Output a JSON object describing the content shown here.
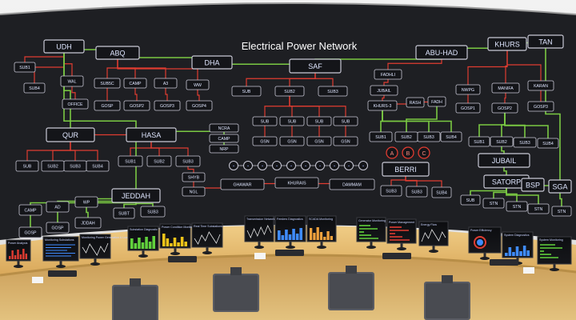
{
  "title": "Electrical Power Network",
  "colors": {
    "wall": "#1e1f23",
    "node_border": "#c9c9d6",
    "line_green": "#7ac943",
    "line_red": "#e03c31",
    "desk": "#e8c178",
    "floor": "#c79a52"
  },
  "nodes": [
    {
      "id": "udh",
      "label": "UDH",
      "major": true
    },
    {
      "id": "abq",
      "label": "ABQ",
      "major": true
    },
    {
      "id": "dha",
      "label": "DHA",
      "major": true
    },
    {
      "id": "saf",
      "label": "SAF",
      "major": true
    },
    {
      "id": "abu-had",
      "label": "ABU-HAD",
      "major": true
    },
    {
      "id": "khurs",
      "label": "KHURS",
      "major": true
    },
    {
      "id": "tan",
      "label": "TAN",
      "major": true
    },
    {
      "id": "qur",
      "label": "QUR",
      "major": true
    },
    {
      "id": "hasa",
      "label": "HASA",
      "major": true
    },
    {
      "id": "jeddah",
      "label": "JEDDAH",
      "major": true
    },
    {
      "id": "berri",
      "label": "BERRI",
      "major": true
    },
    {
      "id": "jubail",
      "label": "JUBAIL",
      "major": true
    },
    {
      "id": "satorp",
      "label": "SATORP",
      "major": true
    },
    {
      "id": "bsp",
      "label": "BSP",
      "major": true
    },
    {
      "id": "sga",
      "label": "SGA",
      "major": true
    },
    {
      "id": "sub1",
      "label": "SUB1",
      "major": false
    },
    {
      "id": "sub4",
      "label": "SUB4",
      "major": false
    },
    {
      "id": "wal",
      "label": "WAL",
      "major": false
    },
    {
      "id": "office",
      "label": "OFFICE",
      "major": false
    },
    {
      "id": "sub5",
      "label": "SUB5C",
      "major": false
    },
    {
      "id": "camp",
      "label": "CAMP",
      "major": false
    },
    {
      "id": "a3",
      "label": "A3",
      "major": false
    },
    {
      "id": "ww",
      "label": "WW",
      "major": false
    },
    {
      "id": "gosp1",
      "label": "GOSP",
      "major": false
    },
    {
      "id": "gosp2",
      "label": "GOSP2",
      "major": false
    },
    {
      "id": "gosp3",
      "label": "GOSP3",
      "major": false
    },
    {
      "id": "gosp4",
      "label": "GOSP4",
      "major": false
    },
    {
      "id": "sub-a",
      "label": "SUB",
      "major": false
    },
    {
      "id": "sub2",
      "label": "SUB2",
      "major": false
    },
    {
      "id": "sub3",
      "label": "SUB3",
      "major": false
    },
    {
      "id": "gs1",
      "label": "SUB",
      "major": false
    },
    {
      "id": "gs2",
      "label": "SUB",
      "major": false
    },
    {
      "id": "gs3",
      "label": "SUB",
      "major": false
    },
    {
      "id": "gs4",
      "label": "SUB",
      "major": false
    },
    {
      "id": "gs5",
      "label": "GSN",
      "major": false
    },
    {
      "id": "gs6",
      "label": "GSN",
      "major": false
    },
    {
      "id": "gs7",
      "label": "GSN",
      "major": false
    },
    {
      "id": "gs8",
      "label": "GSN",
      "major": false
    },
    {
      "id": "fadhili",
      "label": "FADHLI",
      "major": false
    },
    {
      "id": "jubail-s",
      "label": "JUBAIL",
      "major": false
    },
    {
      "id": "khurais",
      "label": "KHURS-3",
      "major": false
    },
    {
      "id": "ras",
      "label": "RASH",
      "major": false
    },
    {
      "id": "fadhli2",
      "label": "FADH",
      "major": false
    },
    {
      "id": "nwp",
      "label": "NWPG",
      "major": false
    },
    {
      "id": "manifa",
      "label": "MANIFA",
      "major": false
    },
    {
      "id": "karan",
      "label": "KARAN",
      "major": false
    },
    {
      "id": "gosp-a",
      "label": "GOSP1",
      "major": false
    },
    {
      "id": "gosp-b",
      "label": "GOSP2",
      "major": false
    },
    {
      "id": "gosp-c",
      "label": "GOSP3",
      "major": false
    },
    {
      "id": "r-sub1",
      "label": "SUB1",
      "major": false
    },
    {
      "id": "r-sub2",
      "label": "SUB2",
      "major": false
    },
    {
      "id": "r-sub3",
      "label": "SUB3",
      "major": false
    },
    {
      "id": "r-sub4",
      "label": "SUB4",
      "major": false
    },
    {
      "id": "j-sub1",
      "label": "SUB1",
      "major": false
    },
    {
      "id": "j-sub2",
      "label": "SUB2",
      "major": false
    },
    {
      "id": "j-sub3",
      "label": "SUB3",
      "major": false
    },
    {
      "id": "j-sub4",
      "label": "SUB4",
      "major": false
    },
    {
      "id": "q-sub1",
      "label": "SUB",
      "major": false
    },
    {
      "id": "q-sub2",
      "label": "SUB2",
      "major": false
    },
    {
      "id": "q-sub3",
      "label": "SUB3",
      "major": false
    },
    {
      "id": "q-sub4",
      "label": "SUB4",
      "major": false
    },
    {
      "id": "h-sub1",
      "label": "SUB1",
      "major": false
    },
    {
      "id": "h-sub2",
      "label": "SUB2",
      "major": false
    },
    {
      "id": "h-sub3",
      "label": "SUB3",
      "major": false
    },
    {
      "id": "ncra",
      "label": "NCRA",
      "major": false
    },
    {
      "id": "camp2",
      "label": "CAMP",
      "major": false
    },
    {
      "id": "nrp",
      "label": "NRP",
      "major": false
    },
    {
      "id": "shyb",
      "label": "SHYB",
      "major": false
    },
    {
      "id": "ngl",
      "label": "NGL",
      "major": false
    },
    {
      "id": "ghawar",
      "label": "GHAWAR",
      "major": false
    },
    {
      "id": "khurais2",
      "label": "KHURAIS",
      "major": false
    },
    {
      "id": "dammam",
      "label": "DAMMAM",
      "major": false
    },
    {
      "id": "camp3",
      "label": "CAMP",
      "major": false
    },
    {
      "id": "ad",
      "label": "AD",
      "major": false
    },
    {
      "id": "wp",
      "label": "WP",
      "major": false
    },
    {
      "id": "gosp-d",
      "label": "GOSP",
      "major": false
    },
    {
      "id": "gosp-e",
      "label": "GOSP",
      "major": false
    },
    {
      "id": "jeddah-s1",
      "label": "JDDAH",
      "major": false
    },
    {
      "id": "jeddah-s2",
      "label": "SUBT",
      "major": false
    },
    {
      "id": "jeddah-s3",
      "label": "SUB3",
      "major": false
    },
    {
      "id": "berri-s1",
      "label": "SUB3",
      "major": false
    },
    {
      "id": "berri-s2",
      "label": "SUB3",
      "major": false
    },
    {
      "id": "berri-s3",
      "label": "SUB4",
      "major": false
    },
    {
      "id": "sat-s1",
      "label": "SUB",
      "major": false
    },
    {
      "id": "sat-s2",
      "label": "STN",
      "major": false
    },
    {
      "id": "sat-s3",
      "label": "STN",
      "major": false
    },
    {
      "id": "sat-s4",
      "label": "STN",
      "major": false
    },
    {
      "id": "sat-s5",
      "label": "STN",
      "major": false
    }
  ],
  "circle_letters": [
    "A",
    "B",
    "C"
  ],
  "bus_dots": 10,
  "monitors": [
    {
      "id": "m1",
      "title": "Power Analysis",
      "visual": "red-bars"
    },
    {
      "id": "m2",
      "title": "Monitoring Substations",
      "visual": "blue-text"
    },
    {
      "id": "m3",
      "title": "Monitoring Power Generation & Load",
      "visual": "line"
    },
    {
      "id": "m4",
      "title": "Substation Diagnostic",
      "visual": "green-bars"
    },
    {
      "id": "m5",
      "title": "Power Condition Monitoring",
      "visual": "yellow-bars"
    },
    {
      "id": "m6",
      "title": "Real Time Substations",
      "visual": "line"
    },
    {
      "id": "m7",
      "title": "Transmission Network",
      "visual": "line"
    },
    {
      "id": "m8",
      "title": "Feeders Diagnostics",
      "visual": "blue-bars"
    },
    {
      "id": "m9",
      "title": "SCADA Monitoring",
      "visual": "bars"
    },
    {
      "id": "m10",
      "title": "Generator Monitoring",
      "visual": "green-lines"
    },
    {
      "id": "m11",
      "title": "Power Management",
      "visual": "red-lines"
    },
    {
      "id": "m12",
      "title": "Energy Flow",
      "visual": "line"
    },
    {
      "id": "m13",
      "title": "Power Efficiency",
      "visual": "gauge"
    },
    {
      "id": "m14",
      "title": "System Diagnostics",
      "visual": "blue-bars"
    },
    {
      "id": "m15",
      "title": "System Monitoring",
      "visual": "green-lines"
    }
  ],
  "chairs": 4
}
